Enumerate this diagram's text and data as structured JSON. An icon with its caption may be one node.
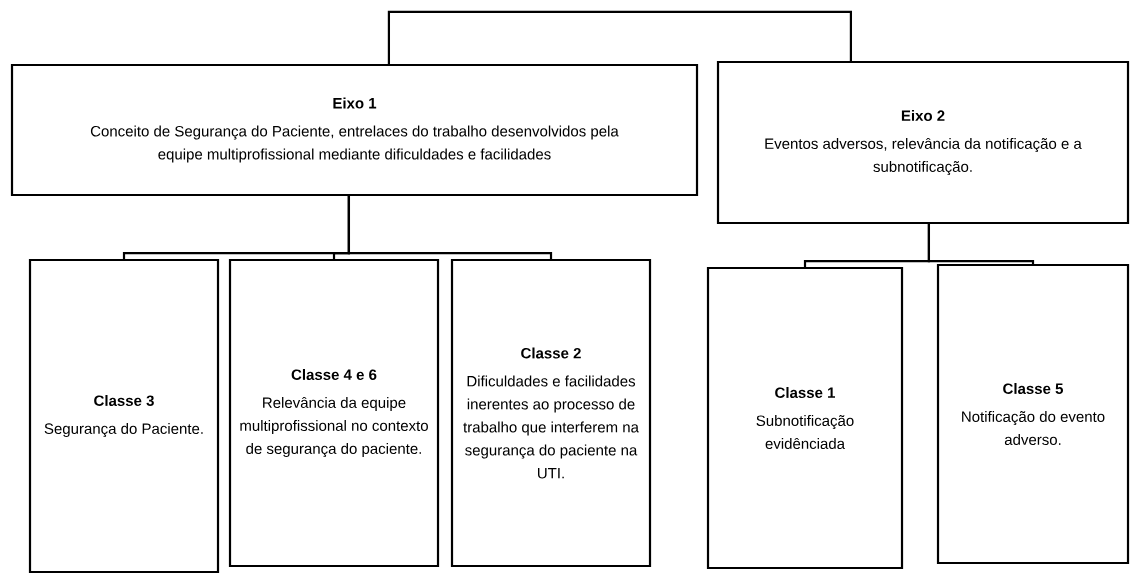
{
  "diagram": {
    "nodes": [
      {
        "text": [
          "Eixo 1",
          "Conceito de Segurança do Paciente, entrelaces do trabalho desenvolvidos pela equipe multiprofissional mediante dificuldades e facilidades"
        ]
      },
      {
        "text": [
          "Eixo 2",
          "Eventos adversos, relevância da notificação e a subnotificação."
        ]
      },
      {
        "text": [
          "Classe 3",
          "Segurança do Paciente."
        ]
      },
      {
        "text": [
          "Classe 4 e 6",
          "Relevância da equipe multiprofissional no contexto de segurança do paciente."
        ]
      },
      {
        "text": [
          "Classe 2",
          "Dificuldades e facilidades inerentes ao processo de trabalho que interferem na segurança do paciente na UTI."
        ]
      },
      {
        "text": [
          "Classe 1",
          "Subnotificação evidênciada"
        ]
      },
      {
        "text": [
          "Classe 5",
          "Notificação do evento adverso."
        ]
      }
    ],
    "edges": [
      {
        "from": 0,
        "to": 1,
        "arrow": "none"
      },
      {
        "from": 0,
        "to": 2,
        "arrow": "none"
      },
      {
        "from": 0,
        "to": 3,
        "arrow": "none"
      },
      {
        "from": 0,
        "to": 4,
        "arrow": "none"
      },
      {
        "from": 1,
        "to": 5,
        "arrow": "none"
      },
      {
        "from": 1,
        "to": 6,
        "arrow": "none"
      }
    ]
  }
}
